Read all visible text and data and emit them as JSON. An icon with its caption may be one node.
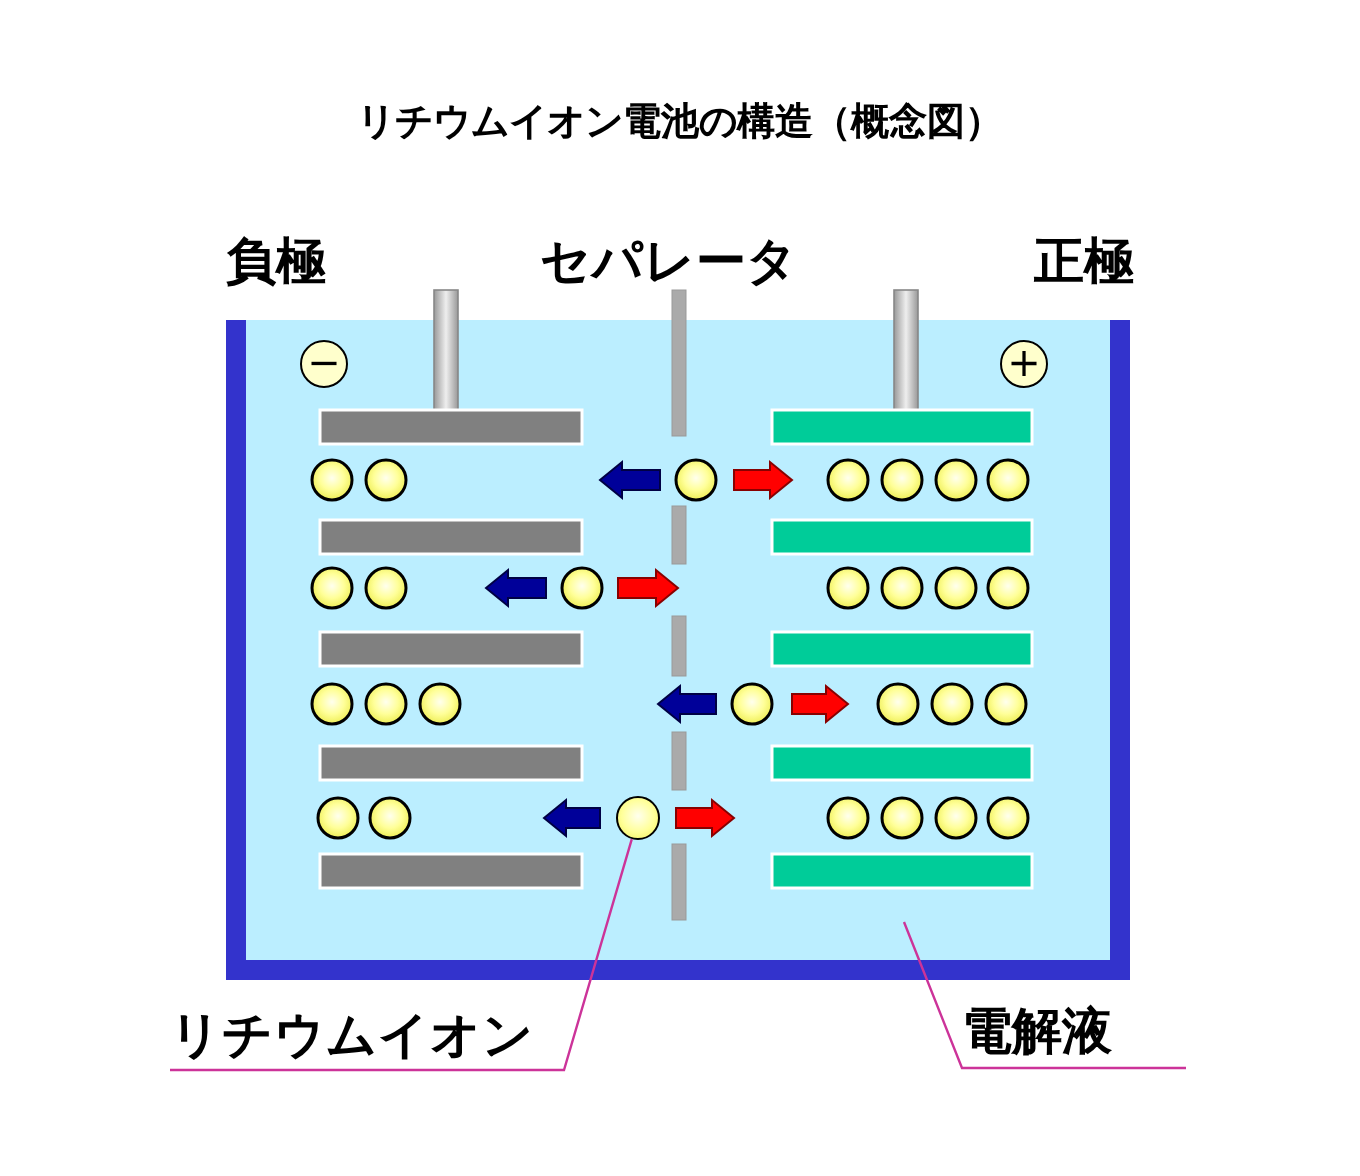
{
  "diagram": {
    "title": "リチウムイオン電池の構造（概念図）",
    "nodes": [
      {
        "text": [
          "リチウムイオン"
        ]
      },
      {
        "text": [],
        "shape": "box"
      },
      {
        "text": [],
        "shape": "circle",
        "in": 1
      },
      {
        "text": [
          "電解液"
        ]
      }
    ],
    "edges": [
      {
        "from": 0,
        "to": 2,
        "arrow": "none"
      },
      {
        "from": 3,
        "to": 1,
        "arrow": "none"
      }
    ],
    "labels": [
      "負極",
      "セパレータ",
      "正極",
      "−",
      "+"
    ]
  }
}
